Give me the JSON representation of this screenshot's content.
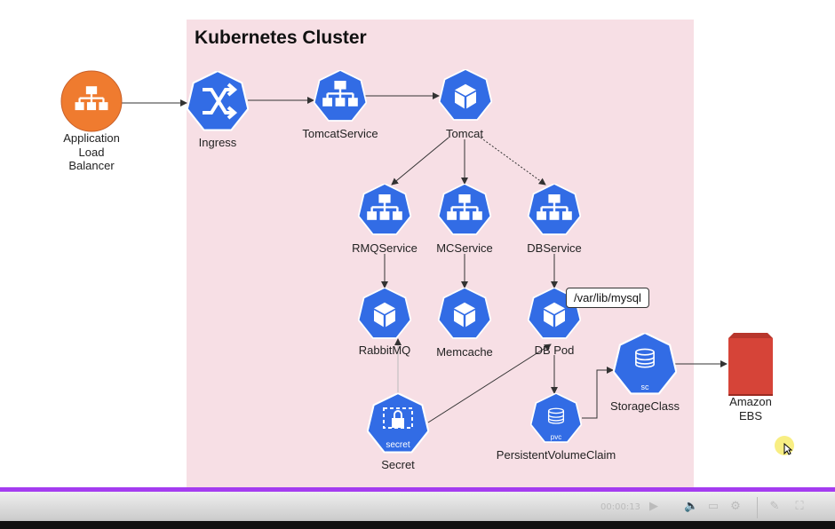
{
  "cluster": {
    "title": "Kubernetes Cluster"
  },
  "nodes": {
    "alb": "Application\nLoad\nBalancer",
    "ingress": "Ingress",
    "tomcatservice": "TomcatService",
    "tomcat": "Tomcat",
    "rmqservice": "RMQService",
    "mcservice": "MCService",
    "dbservice": "DBService",
    "rabbitmq": "RabbitMQ",
    "memcache": "Memcache",
    "dbpod": "DB Pod",
    "secret": "Secret",
    "pvc": "PersistentVolumeClaim",
    "storageclass": "StorageClass",
    "ebs": "Amazon\nEBS"
  },
  "icon_badges": {
    "secret": "secret",
    "pvc": "pvc",
    "storageclass": "sc"
  },
  "callout": {
    "text": "/var/lib/mysql"
  },
  "colors": {
    "k8s": "#326ce5",
    "alb": "#ef7b2f",
    "ebs": "#d64438",
    "cluster_bg": "#f7dfe5",
    "progress": "#a43cf0"
  },
  "icons": {
    "alb": "hierarchy-icon",
    "ingress": "shuffle-icon",
    "service": "hierarchy-icon",
    "pod": "cube-icon",
    "secret": "lock-icon",
    "pvc": "database-icon",
    "storageclass": "database-icon",
    "ebs": "storage-block-icon"
  },
  "player": {
    "timecode": "00:00:13"
  }
}
